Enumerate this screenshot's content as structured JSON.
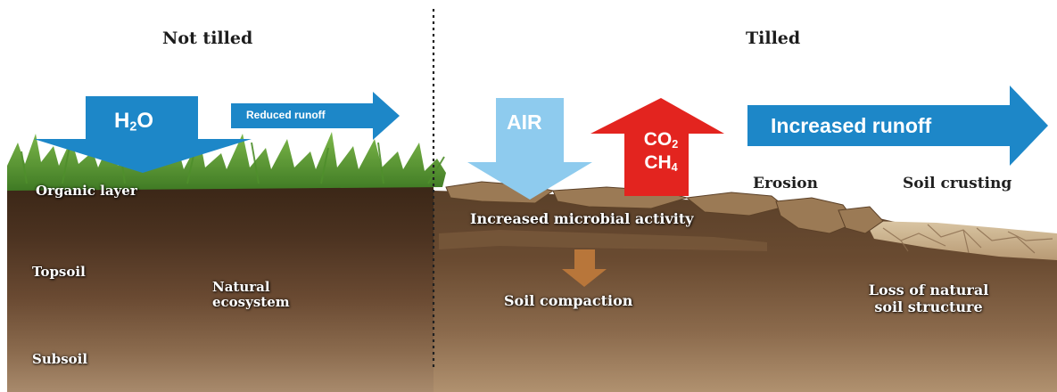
{
  "panels": {
    "left_heading": "Not tilled",
    "right_heading": "Tilled"
  },
  "arrows": {
    "water": {
      "main": "H",
      "sub": "2",
      "tail": "O"
    },
    "reduced_runoff": "Reduced runoff",
    "air": "AIR",
    "co2": {
      "main": "CO",
      "sub": "2"
    },
    "ch4": {
      "main": "CH",
      "sub": "4"
    },
    "increased_runoff": "Increased runoff"
  },
  "labels": {
    "organic_layer": "Organic layer",
    "topsoil": "Topsoil",
    "subsoil": "Subsoil",
    "natural_ecosystem_line1": "Natural",
    "natural_ecosystem_line2": "ecosystem",
    "erosion": "Erosion",
    "soil_crusting": "Soil crusting",
    "increased_microbial_activity": "Increased microbial activity",
    "soil_compaction": "Soil compaction",
    "loss_line1": "Loss of natural",
    "loss_line2": "soil structure"
  },
  "colors": {
    "water_blue": "#1d87c8",
    "air_blue": "#8ecbee",
    "emission_red": "#e3241f",
    "compaction_orange": "#b8763a",
    "divider": "#222222"
  }
}
